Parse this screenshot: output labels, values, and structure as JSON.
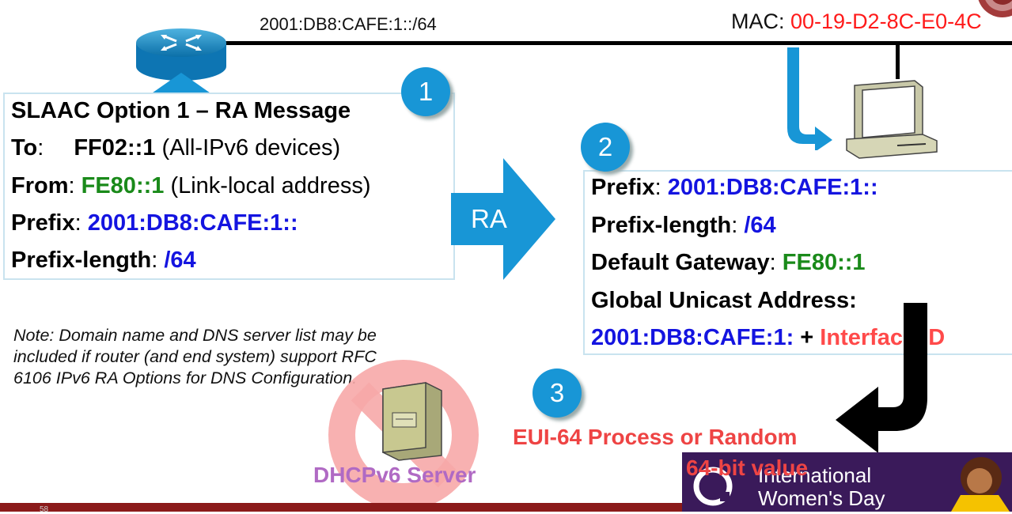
{
  "network_prefix": "2001:DB8:CAFE:1::/64",
  "mac": {
    "label": "MAC: ",
    "value": "00-19-D2-8C-E0-4C"
  },
  "badges": [
    "1",
    "2",
    "3"
  ],
  "ra_message": {
    "title": "SLAAC Option 1 – RA Message",
    "to_label": "To",
    "to_sep": ":",
    "to_value": "FF02::1",
    "to_desc": " (All-IPv6 devices)",
    "from_label": "From",
    "from_sep": ": ",
    "from_value": "FE80::1",
    "from_desc": " (Link-local address)",
    "prefix_label": "Prefix",
    "prefix_sep": ": ",
    "prefix_value": "2001:DB8:CAFE:1::",
    "prefix_length_label": "Prefix-length",
    "prefix_length_sep": ": ",
    "prefix_length_value": "/64"
  },
  "ra_arrow_label": "RA",
  "host_config": {
    "prefix_label": "Prefix",
    "prefix_sep": ": ",
    "prefix_value": "2001:DB8:CAFE:1::",
    "prefix_length_label": "Prefix-length",
    "prefix_length_sep": ": ",
    "prefix_length_value": "/64",
    "gateway_label": "Default Gateway",
    "gateway_sep": ": ",
    "gateway_value": "FE80::1",
    "gua_label": "Global Unicast Address:",
    "gua_prefix": "2001:DB8:CAFE:1:",
    "gua_plus": " + ",
    "gua_suffix": "Interface ID"
  },
  "note": "Note: Domain name and DNS server list may be included if router (and end system) support RFC 6106 IPv6 RA Options for DNS Configuration.",
  "eui_line1": "EUI-64 Process or Random",
  "eui_line2": "64-bit value",
  "dhcp_label": "DHCPv6 Server",
  "iwd_text_1": "International",
  "iwd_text_2": "Women's Day",
  "page_number": "58",
  "colors": {
    "accent_blue": "#1896d6",
    "address_blue": "#1414e0",
    "link_local_green": "#1a8a1a",
    "highlight_red": "#ff4a4a"
  },
  "icons": [
    "router-icon",
    "computer-icon",
    "server-icon",
    "prohibited-icon",
    "university-seal-icon",
    "iwd-logo-icon"
  ]
}
